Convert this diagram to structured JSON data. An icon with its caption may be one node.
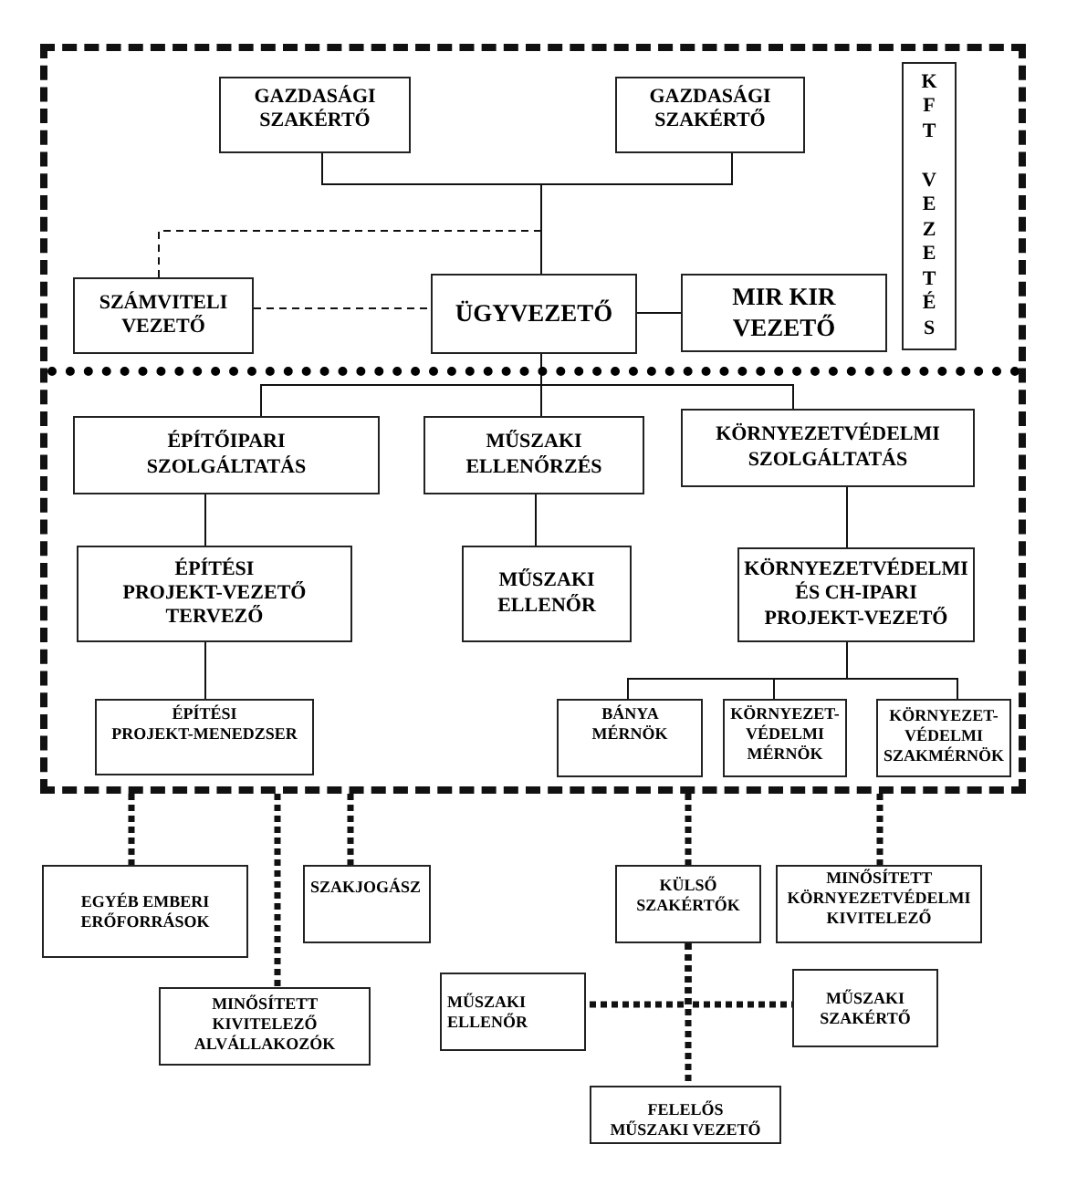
{
  "diagram": {
    "nodes": [
      {
        "text": [],
        "shape": "box"
      },
      {
        "text": [
          "GAZDASÁGI SZAKÉRTŐ"
        ],
        "in": 0
      },
      {
        "text": [
          "GAZDASÁGI SZAKÉRTŐ"
        ],
        "in": 0
      },
      {
        "text": [
          "KFT VEZETÉS"
        ],
        "in": 0
      },
      {
        "text": [
          "SZÁMVITELI VEZETŐ"
        ],
        "in": 0
      },
      {
        "text": [
          "ÜGYVEZETŐ"
        ],
        "in": 0
      },
      {
        "text": [
          "MIR KIR VEZETŐ"
        ],
        "in": 0
      },
      {
        "text": [
          "ÉPÍTŐIPARI SZOLGÁLTATÁS"
        ],
        "in": 0
      },
      {
        "text": [
          "MŰSZAKI ELLENŐRZÉS"
        ],
        "in": 0
      },
      {
        "text": [
          "KÖRNYEZETVÉDELMI SZOLGÁLTATÁS"
        ],
        "in": 0
      },
      {
        "text": [
          "ÉPÍTÉSI PROJEKT-VEZETŐ TERVEZŐ"
        ],
        "in": 0
      },
      {
        "text": [
          "MŰSZAKI ELLENŐR"
        ],
        "in": 0
      },
      {
        "text": [
          "KÖRNYEZETVÉDELMI ÉS CH-IPARI PROJEKT-VEZETŐ"
        ],
        "in": 0
      },
      {
        "text": [
          "ÉPÍTÉSI PROJEKT-MENEDZSER"
        ],
        "in": 0
      },
      {
        "text": [
          "BÁNYA MÉRNÖK"
        ],
        "in": 0
      },
      {
        "text": [
          "KÖRNYEZET- VÉDELMI MÉRNÖK"
        ],
        "in": 0
      },
      {
        "text": [
          "KÖRNYEZET- VÉDELMI SZAKMÉRNÖK"
        ],
        "in": 0
      },
      {
        "text": [
          "EGYÉB EMBERI ERŐFORRÁSOK"
        ]
      },
      {
        "text": [
          "SZAKJOGÁSZ"
        ]
      },
      {
        "text": [
          "KÜLSŐ SZAKÉRTŐK"
        ]
      },
      {
        "text": [
          "MINŐSÍTETT KÖRNYEZETVÉDELMI KIVITELEZŐ"
        ]
      },
      {
        "text": [
          "MINŐSÍTETT KIVITELEZŐ ALVÁLLAKOZÓK"
        ]
      },
      {
        "text": [
          "MŰSZAKI ELLENŐR"
        ]
      },
      {
        "text": [
          "MŰSZAKI SZAKÉRTŐ"
        ]
      },
      {
        "text": [
          "FELELŐS MŰSZAKI VEZETŐ"
        ]
      }
    ],
    "edges": [
      {
        "from": 1,
        "to": 5,
        "arrow": "none"
      },
      {
        "from": 2,
        "to": 5,
        "arrow": "none"
      },
      {
        "from": 4,
        "to": 5,
        "arrow": "none",
        "style": "dashed"
      },
      {
        "from": 4,
        "to": 5,
        "arrow": "none",
        "style": "dashed"
      },
      {
        "from": 5,
        "to": 6,
        "arrow": "none"
      },
      {
        "from": 5,
        "to": 7,
        "arrow": "none"
      },
      {
        "from": 5,
        "to": 8,
        "arrow": "none"
      },
      {
        "from": 5,
        "to": 9,
        "arrow": "none"
      },
      {
        "from": 7,
        "to": 10,
        "arrow": "none"
      },
      {
        "from": 8,
        "to": 11,
        "arrow": "none"
      },
      {
        "from": 9,
        "to": 12,
        "arrow": "none"
      },
      {
        "from": 10,
        "to": 13,
        "arrow": "none"
      },
      {
        "from": 12,
        "to": 14,
        "arrow": "none"
      },
      {
        "from": 12,
        "to": 15,
        "arrow": "none"
      },
      {
        "from": 12,
        "to": 16,
        "arrow": "none"
      },
      {
        "from": 0,
        "to": 17,
        "arrow": "none",
        "style": "dashed"
      },
      {
        "from": 0,
        "to": 21,
        "arrow": "none",
        "style": "dashed"
      },
      {
        "from": 0,
        "to": 18,
        "arrow": "none",
        "style": "dashed"
      },
      {
        "from": 0,
        "to": 19,
        "arrow": "none",
        "style": "dashed"
      },
      {
        "from": 0,
        "to": 20,
        "arrow": "none",
        "style": "dashed"
      },
      {
        "from": 19,
        "to": 22,
        "arrow": "none",
        "style": "dashed"
      },
      {
        "from": 19,
        "to": 23,
        "arrow": "none",
        "style": "dashed"
      },
      {
        "from": 19,
        "to": 24,
        "arrow": "none",
        "style": "dashed"
      }
    ]
  }
}
